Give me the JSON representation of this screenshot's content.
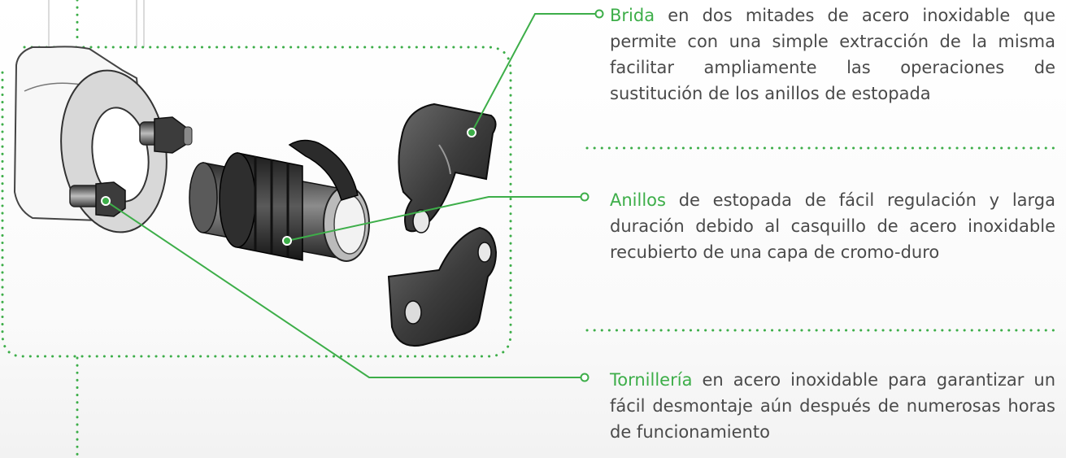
{
  "callouts": [
    {
      "keyword": "Brida",
      "text": " en dos mitades de acero inoxidable que permite con una simple extracción de la misma facilitar ampliamente las operaciones de sustitución de los anillos de estopada"
    },
    {
      "keyword": "Anillos",
      "text": " de estopada de fácil regulación y larga duración debido al casquillo de acero inoxidable recubierto de una capa de cromo-duro"
    },
    {
      "keyword": "Tornillería",
      "text": " en acero inoxidable para garantizar  un fácil desmontaje aún después de numerosas horas de funcionamiento"
    }
  ],
  "colors": {
    "accent": "#3dae49",
    "text": "#4a4a4a",
    "part_fill": "#4a4a4a",
    "part_light": "#e6e6e6"
  }
}
